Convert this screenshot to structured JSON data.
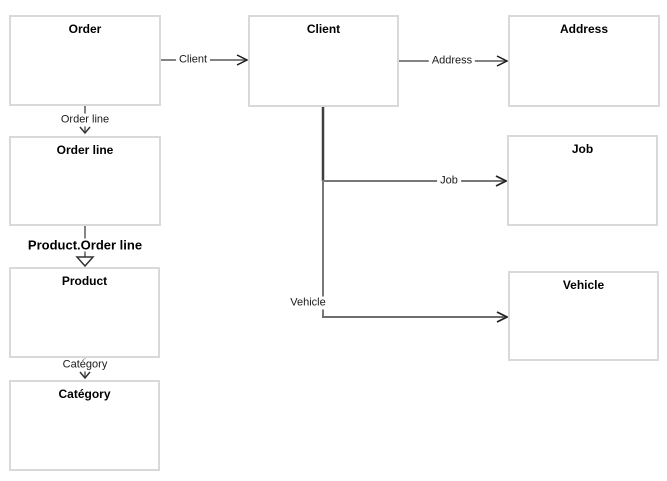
{
  "diagram": {
    "background_color": "#ffffff",
    "box_border_color": "#d9d9d9",
    "box_fill_color": "#ffffff",
    "line_color": "#5a5a5a",
    "trunk_dark_color": "#3f3f3f",
    "trunk_light_color": "#787878",
    "title_color": "#000000",
    "entities": [
      {
        "id": "order",
        "label": "Order"
      },
      {
        "id": "order-line",
        "label": "Order line"
      },
      {
        "id": "product",
        "label": "Product"
      },
      {
        "id": "category",
        "label": "Catégory"
      },
      {
        "id": "client",
        "label": "Client"
      },
      {
        "id": "address",
        "label": "Address"
      },
      {
        "id": "job",
        "label": "Job"
      },
      {
        "id": "vehicle",
        "label": "Vehicle"
      }
    ],
    "relations": [
      {
        "from": "Order",
        "to": "Client",
        "label": "Client",
        "arrow": "open-chevron"
      },
      {
        "from": "Client",
        "to": "Address",
        "label": "Address",
        "arrow": "open-chevron"
      },
      {
        "from": "Order",
        "to": "Order line",
        "label": "Order line",
        "arrow": "open-vee"
      },
      {
        "from": "Order line",
        "to": "Product",
        "label": "Product.Order line",
        "arrow": "hollow-triangle"
      },
      {
        "from": "Product",
        "to": "Catégory",
        "label": "Catégory",
        "arrow": "open-vee"
      },
      {
        "from": "Client",
        "to": "Job",
        "label": "Job",
        "arrow": "open-chevron"
      },
      {
        "from": "Client",
        "to": "Vehicle",
        "label": "Vehicle",
        "arrow": "open-chevron"
      }
    ]
  }
}
